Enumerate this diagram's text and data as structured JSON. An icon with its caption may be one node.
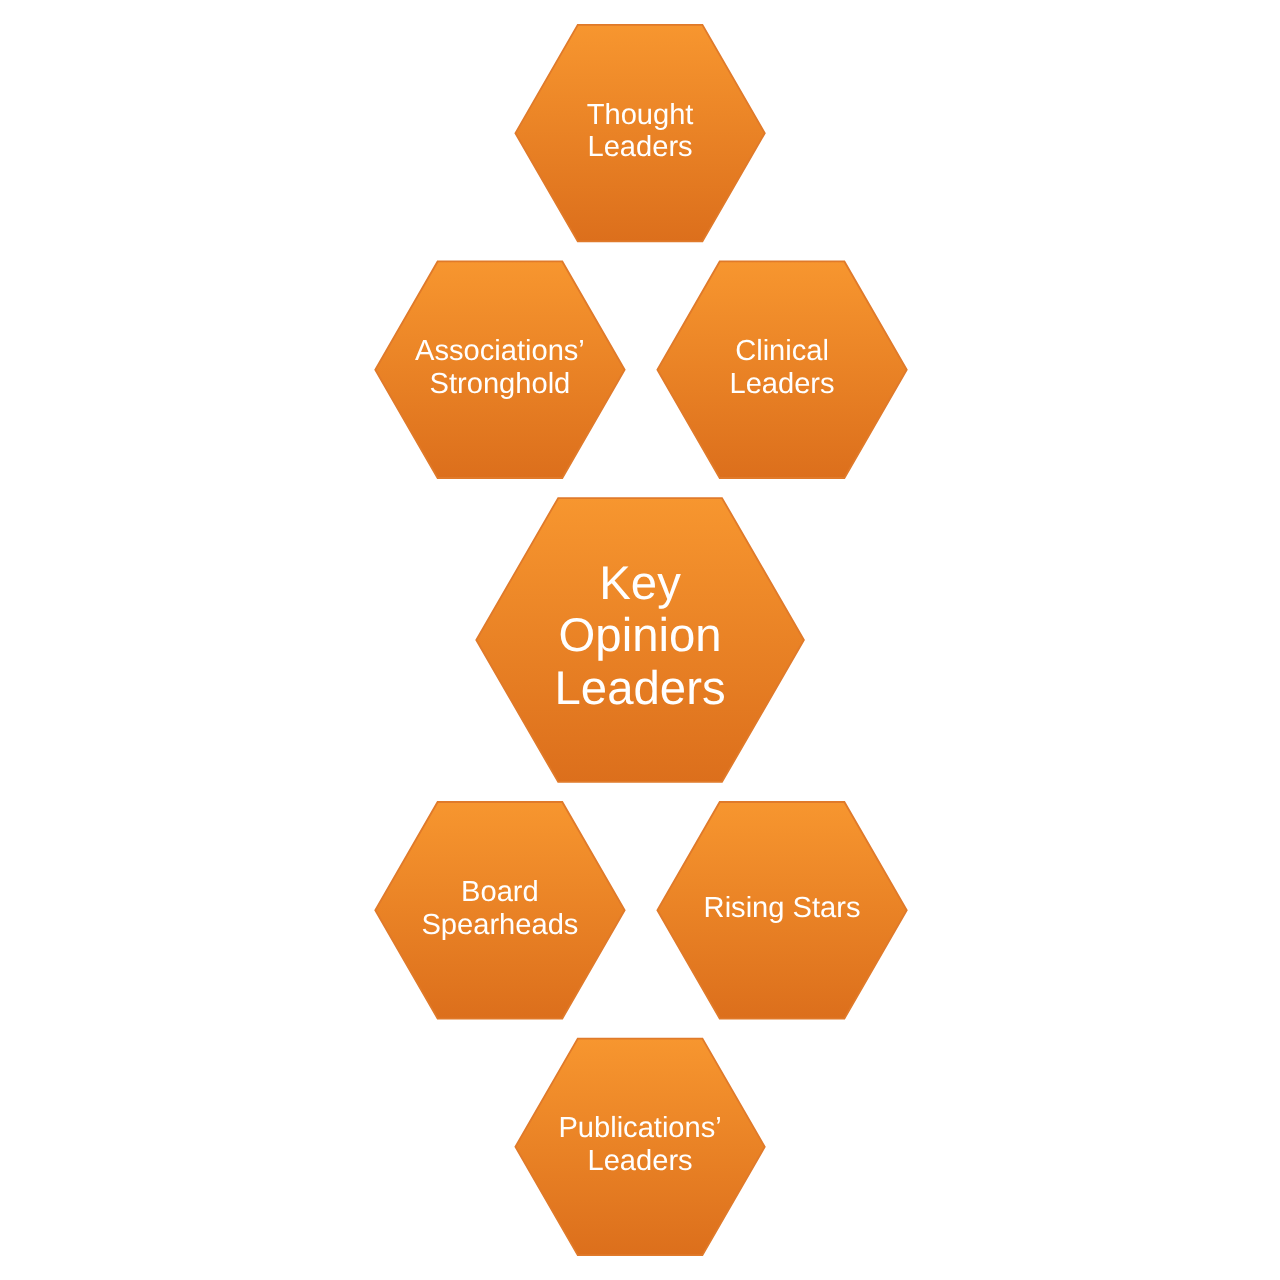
{
  "diagram": {
    "nodes": [
      {
        "text": [
          "Thought Leaders"
        ]
      },
      {
        "text": [
          "Associations’ Stronghold"
        ]
      },
      {
        "text": [
          "Clinical Leaders"
        ]
      },
      {
        "text": [
          "Key Opinion Leaders"
        ]
      },
      {
        "text": [
          "Board Spearheads"
        ]
      },
      {
        "text": [
          "Rising Stars"
        ]
      },
      {
        "text": [
          "Publications’ Leaders"
        ]
      }
    ]
  }
}
